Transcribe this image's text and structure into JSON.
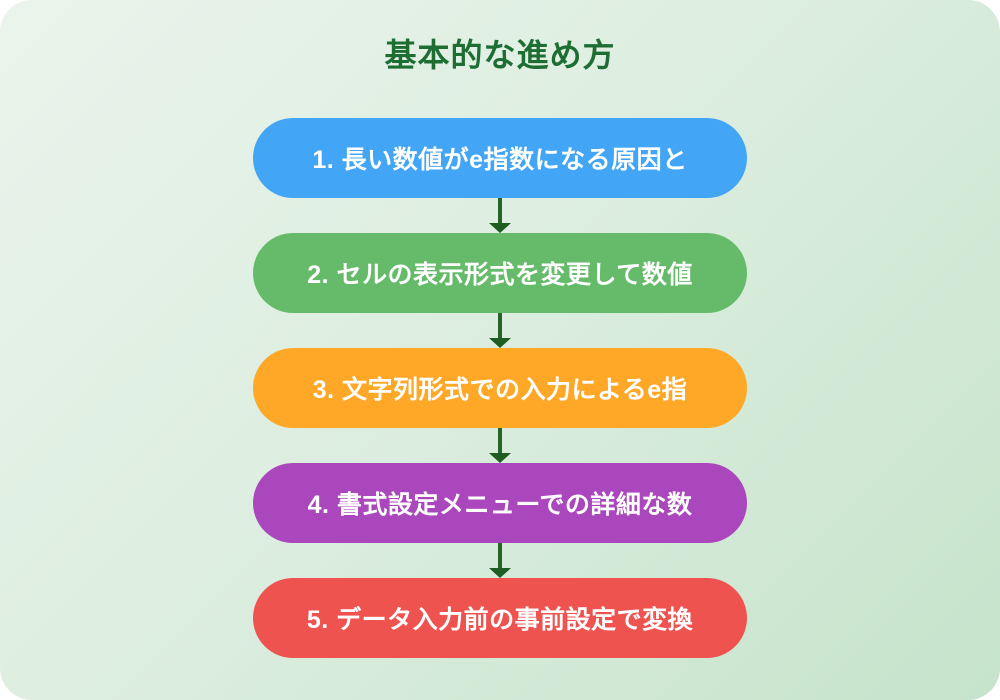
{
  "page": {
    "title": "基本的な進め方",
    "title_color": "#1e6e34",
    "background_gradient_start": "#eaf4ec",
    "background_gradient_end": "#c6e3cb",
    "arrow_color": "#276428"
  },
  "flow": {
    "steps": [
      {
        "label": "1. 長い数値がe指数になる原因と",
        "color": "#42a5f5"
      },
      {
        "label": "2. セルの表示形式を変更して数値",
        "color": "#66bb6a"
      },
      {
        "label": "3. 文字列形式での入力によるe指",
        "color": "#ffa726"
      },
      {
        "label": "4. 書式設定メニューでの詳細な数",
        "color": "#ab47bc"
      },
      {
        "label": "5. データ入力前の事前設定で変換",
        "color": "#ef5350"
      }
    ]
  }
}
